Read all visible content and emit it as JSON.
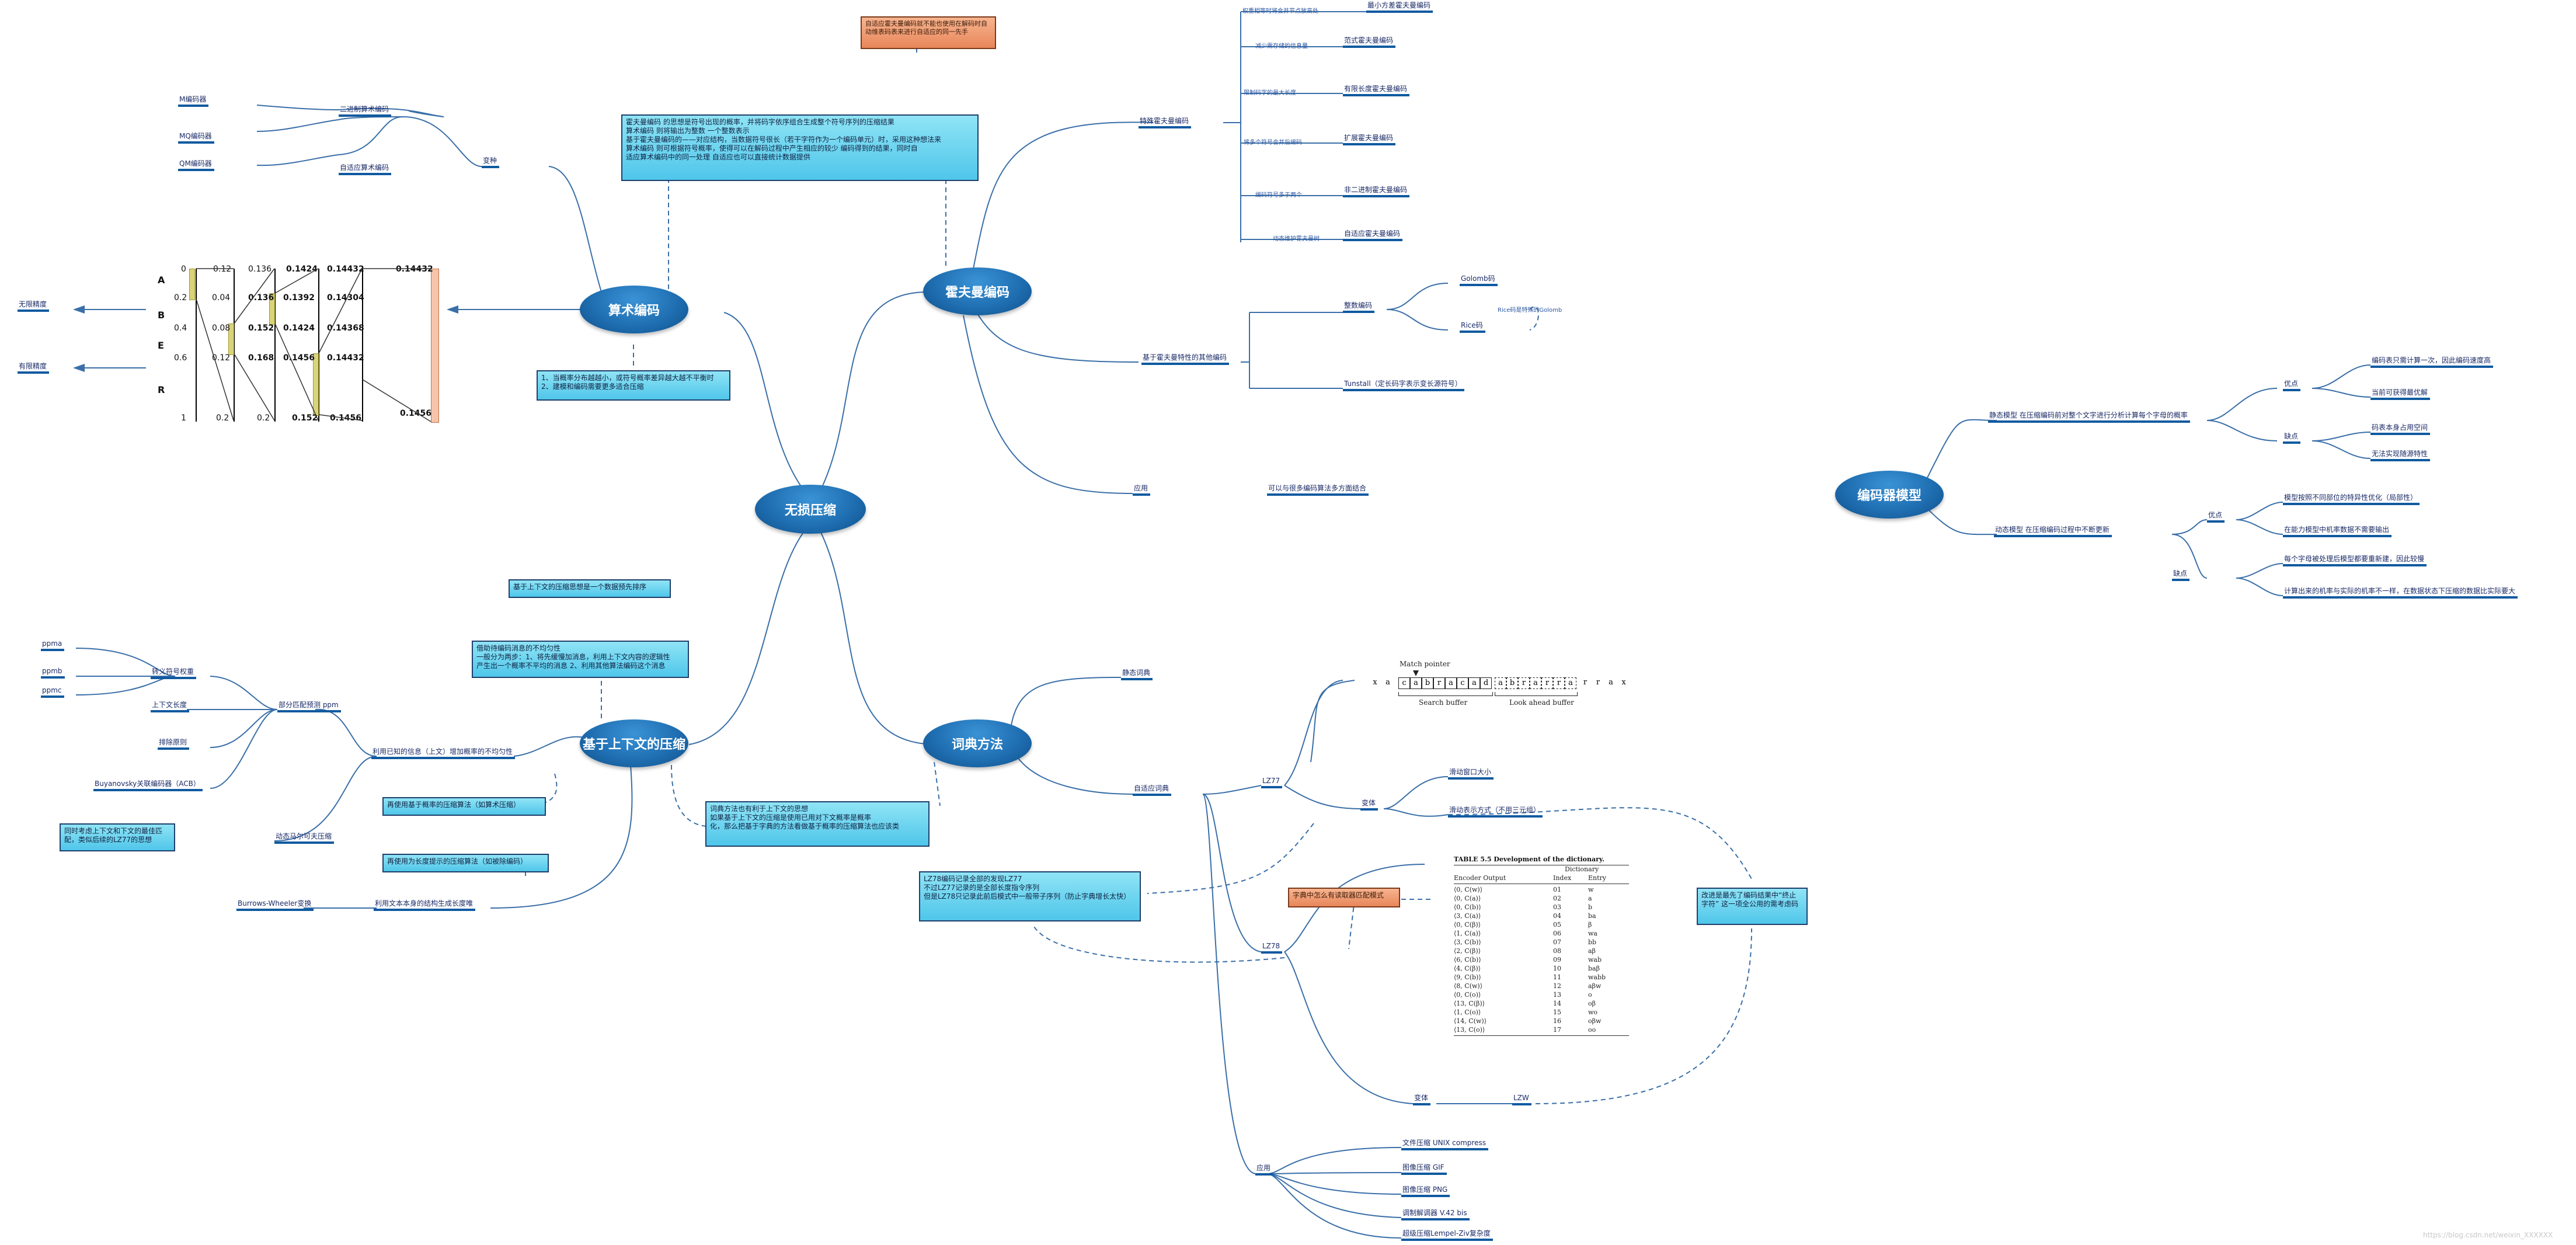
{
  "title": "无损压缩",
  "hubs": {
    "arith": "算术编码",
    "huff": "霍夫曼编码",
    "ctx": "基于上下文的压缩",
    "dict": "词典方法",
    "model": "编码器模型"
  },
  "arith": {
    "variants": "变种",
    "binary": "二进制算术编码",
    "adaptive": "自适应算术编码",
    "mcoder": "M编码器",
    "mqcoder": "MQ编码器",
    "qmcoder": "QM编码器",
    "uncompressed": "无限精度",
    "finite": "有限精度",
    "top_box": "自适应霍夫曼编码就不能也使用在解码时自动维表码表来进行自适应的同一先手",
    "main_box": [
      "霍夫曼编码 的思想是符号出现的概率，并将码字依序组合生成整个符号序列的压缩结果",
      "算术编码 则将输出为整数 一个整数表示",
      "基于霍夫曼编码的——对应结构，当数据符号很长（若干字符作为一个编码单元）时，采用这种想法来",
      "算术编码 则可根据符号概率，使得可以在解码过程中产生相应的较少 编码得到的结果，同时自",
      "适应算术编码中的同一处理 自适应也可以直接统计数据提供"
    ],
    "bottom_box": [
      "1、当概率分布越越小，或符号概率差异越大越不平衡时",
      "2、建模和编码需要更多适合压缩"
    ]
  },
  "interval": {
    "letters": [
      "A",
      "B",
      "E",
      "R"
    ],
    "col1": [
      "0",
      "0.2",
      "0.4",
      "0.6",
      "1"
    ],
    "col2": [
      "0.12",
      "0.04",
      "0.08",
      "0.12",
      "0.2"
    ],
    "col3": [
      "0.136",
      "0.136",
      "0.152",
      "0.168",
      "0.2"
    ],
    "col4": [
      "0.1424",
      "0.1392",
      "0.1424",
      "0.1456",
      "0.152"
    ],
    "col5": [
      "0.14432",
      "0.14304",
      "0.14368",
      "0.14432",
      "0.1456"
    ],
    "col6_top": "0.14432",
    "col6_bottom": "0.1456"
  },
  "huff": {
    "special": "特殊霍夫曼编码",
    "subs": [
      "最小方差霍夫曼编码",
      "范式霍夫曼编码",
      "有限长度霍夫曼编码",
      "扩展霍夫曼编码",
      "非二进制霍夫曼编码",
      "自适应霍夫曼编码"
    ],
    "subnotes": [
      "权重相等时将合并节点放高处",
      "减少需存储的信息量",
      "限制码字的最大长度",
      "将多个符号合并后编码",
      "编码符号多于两个",
      "动态维护霍夫曼树"
    ],
    "other": "基于霍夫曼特性的其他编码",
    "int_code": "整数编码",
    "golomb": "Golomb码",
    "rice": "Rice码",
    "rice_note": "Rice码是特殊的Golomb",
    "tunstall": "Tunstall（定长码字表示变长源符号）",
    "app": "应用",
    "app_note": "可以与很多编码算法多方面结合"
  },
  "ctx": {
    "box_top": "基于上下文的压缩思想是一个数据预先排序",
    "box_mid": [
      "借助待编码消息的不均匀性",
      "一般分为两步：1、将先缓慢加消息，利用上下文内容的逻辑性",
      "产生出一个概率不平均的消息 2、利用其他算法编码这个消息"
    ],
    "branch_prob": "利用已知的信息（上文）增加概率的不均匀性",
    "ppm": "部分匹配预测 ppm",
    "ppm_sub": [
      "ppma",
      "ppmb",
      "ppmc"
    ],
    "escape": "转义符号权重",
    "ctx_len": "上下文长度",
    "exclusion": "排除原则",
    "bzz": "Buyanovsky关联编码器（ACB）",
    "bzz_box": [
      "同时考虑上下文和下文的最佳匹",
      "配，类似后续的LZ77的思想"
    ],
    "dmc": "动态马尔可夫压缩",
    "box_prob": "再使用基于概率的压缩算法（如算术压缩）",
    "box_long": "再使用为长度提示的压缩算法（如被除编码）",
    "bwt_branch": "利用文本本身的结构生成长度唯",
    "bwt": "Burrows-Wheeler变换"
  },
  "dict": {
    "static": "静态词典",
    "adaptive": "自适应词典",
    "lz77": "LZ77",
    "lz78": "LZ78",
    "variant": "变体",
    "variant2": "变体",
    "lzw": "LZW",
    "lz77_window": "滑动窗口大小",
    "lz77_encode": "滑动表示方式（不用三元组）",
    "box_ctx": [
      "词典方法也有利于上下文的思想",
      "如果基于上下文的压缩是使用已用对下文概率是概率",
      "化，那么把基于字典的方法看做基于概率的压缩算法也应该类"
    ],
    "box_lz78": [
      "LZ78编码记录全部的发现LZ77",
      "不过LZ77记录的是全部长度指令序列",
      "但是LZ78只记录此前后模式中一般带子序列（防止字典增长太快）"
    ],
    "obox": "字典中怎么有读取器匹配模式",
    "box_lzw": [
      "改进是最先了编码结果中“终止",
      "字符” 这一项全公用的需考虑码"
    ],
    "app": "应用",
    "apps": [
      "文件压缩 UNIX compress",
      "图像压缩 GIF",
      "图像压缩 PNG",
      "调制解调器 V.42 bis",
      "超级压缩Lempel-Ziv复杂度"
    ],
    "match_pointer": "Match pointer",
    "search_buffer": "Search buffer",
    "lookahead": "Look ahead buffer",
    "sb_chars": [
      "c",
      "a",
      "b",
      "r",
      "a",
      "c",
      "a",
      "d",
      "a",
      "b",
      "r",
      "a",
      "r",
      "r",
      "a"
    ],
    "out_chars_left": [
      "x",
      "a"
    ],
    "out_chars_right": [
      "r",
      "r",
      "a",
      "x"
    ],
    "table_title": "TABLE 5.5   Development of the dictionary.",
    "table_headers": [
      "Encoder Output",
      "Index",
      "Entry"
    ],
    "table_super": "Dictionary",
    "table_rows": [
      [
        "⟨0, C(w)⟩",
        "01",
        "w"
      ],
      [
        "⟨0, C(a)⟩",
        "02",
        "a"
      ],
      [
        "⟨0, C(b)⟩",
        "03",
        "b"
      ],
      [
        "⟨3, C(a)⟩",
        "04",
        "ba"
      ],
      [
        "⟨0, C(β)⟩",
        "05",
        "β"
      ],
      [
        "⟨1, C(a)⟩",
        "06",
        "wa"
      ],
      [
        "⟨3, C(b)⟩",
        "07",
        "bb"
      ],
      [
        "⟨2, C(β)⟩",
        "08",
        "aβ"
      ],
      [
        "⟨6, C(b)⟩",
        "09",
        "wab"
      ],
      [
        "⟨4, C(β)⟩",
        "10",
        "baβ"
      ],
      [
        "⟨9, C(b)⟩",
        "11",
        "wabb"
      ],
      [
        "⟨8, C(w)⟩",
        "12",
        "aβw"
      ],
      [
        "⟨0, C(o)⟩",
        "13",
        "o"
      ],
      [
        "⟨13, C(β)⟩",
        "14",
        "oβ"
      ],
      [
        "⟨1, C(o)⟩",
        "15",
        "wo"
      ],
      [
        "⟨14, C(w)⟩",
        "16",
        "oβw"
      ],
      [
        "⟨13, C(o)⟩",
        "17",
        "oo"
      ]
    ]
  },
  "model": {
    "static": "静态模型 在压缩编码前对整个文字进行分析计算每个字母的概率",
    "static_adv": "优点",
    "static_adv_items": [
      "编码表只需计算一次，因此编码速度高",
      "当前可获得最优解"
    ],
    "static_dis": "缺点",
    "static_dis_items": [
      "码表本身占用空间",
      "无法实现随源特性"
    ],
    "dynamic": "动态模型 在压缩编码过程中不断更新",
    "dyn_adv": "优点",
    "dyn_adv_items": [
      "模型按照不同部位的特异性优化（局部性）",
      "在能力模型中机率数据不需要输出"
    ],
    "dyn_dis": "缺点",
    "dyn_dis_items": [
      "每个字母被处理后模型都要重新建，因此较慢",
      "计算出来的机率与实际的机率不一样，在数据状态下压缩的数据比实际要大"
    ]
  },
  "watermark": "https://blog.csdn.net/weixin_XXXXXX"
}
